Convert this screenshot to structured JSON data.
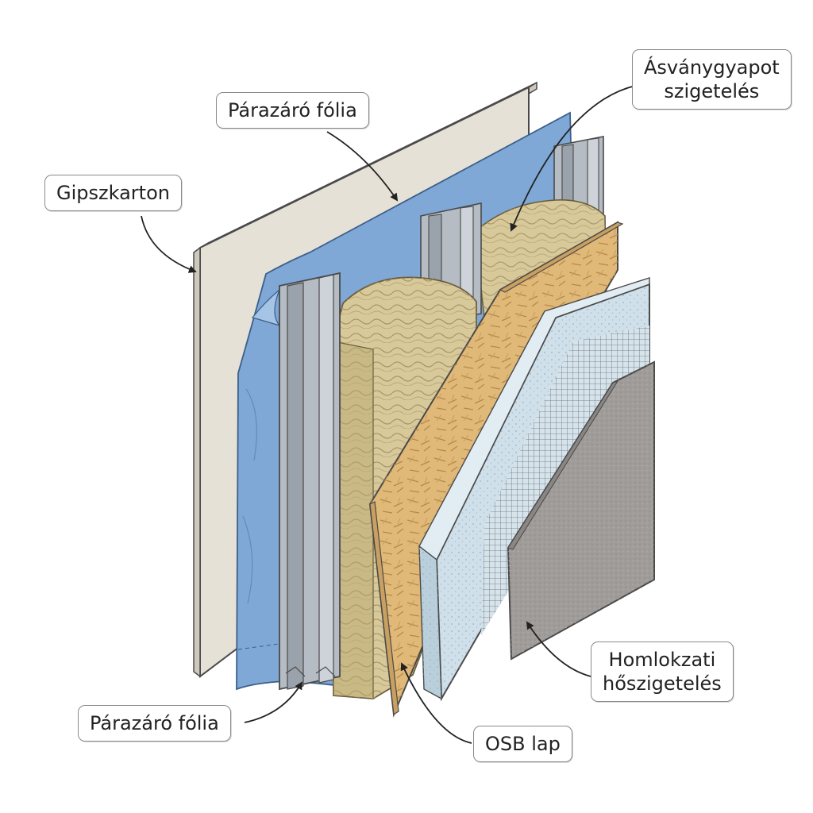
{
  "labels": {
    "gipszkarton": "Gipszkarton",
    "parazaro_top": "Párazáró fólia",
    "asvanygyapot_line1": "Ásványgyapot",
    "asvanygyapot_line2": "szigetelés",
    "parazaro_bottom": "Párazáró fólia",
    "osb": "OSB lap",
    "homlokzati_line1": "Homlokzati",
    "homlokzati_line2": "hőszigetelés"
  },
  "colors": {
    "gypsum": "#e6e1d6",
    "vapor_film": "#7fa8d6",
    "steel": "#b5bcc4",
    "mineral_wool": "#d8c99a",
    "osb": "#e0b878",
    "eps": "#cfe0ea",
    "render": "#a09c99",
    "outline": "#4a4a4a"
  }
}
